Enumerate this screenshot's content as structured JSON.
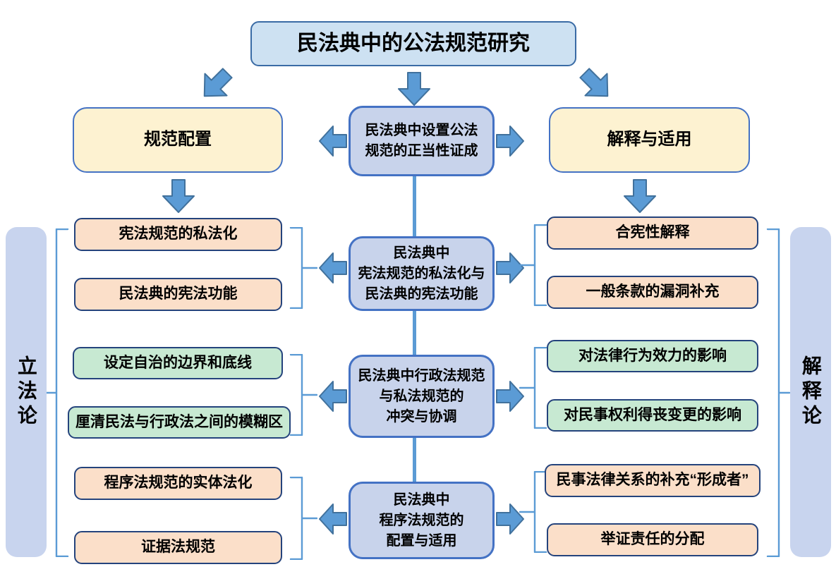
{
  "title": {
    "label": "民法典中的公法规范研究"
  },
  "row2": {
    "left": "规范配置",
    "center": "民法典中设置公法\n规范的正当性证成",
    "right": "解释与适用"
  },
  "rows": [
    {
      "center": "民法典中\n宪法规范的私法化与\n民法典的宪法功能",
      "left": [
        "宪法规范的私法化",
        "民法典的宪法功能"
      ],
      "right": [
        "合宪性解释",
        "一般条款的漏洞补充"
      ],
      "palette": "peach"
    },
    {
      "center": "民法典中行政法规范\n与私法规范的\n冲突与协调",
      "left": [
        "设定自治的边界和底线",
        "厘清民法与行政法之间的模糊区"
      ],
      "right": [
        "对法律行为效力的影响",
        "对民事权利得丧变更的影响"
      ],
      "palette": "green"
    },
    {
      "center": "民法典中\n程序法规范的\n配置与适用",
      "left": [
        "程序法规范的实体法化",
        "证据法规范"
      ],
      "right": [
        "民事法律关系的补充“形成者”",
        "举证责任的分配"
      ],
      "palette": "peach"
    }
  ],
  "side_labels": {
    "left": "立法论",
    "right": "解释论"
  },
  "colors": {
    "arrow_fill": "#5B9BD5",
    "arrow_stroke": "#41719C",
    "bracket": "#5B9BD5",
    "title_fill": "#CDE1F2",
    "yellow_fill": "#FDF2D1",
    "center_fill": "#C8D3EB",
    "peach_fill": "#FBDFC9",
    "green_fill": "#C7E9D2",
    "side_fill": "#C8D4EE"
  }
}
